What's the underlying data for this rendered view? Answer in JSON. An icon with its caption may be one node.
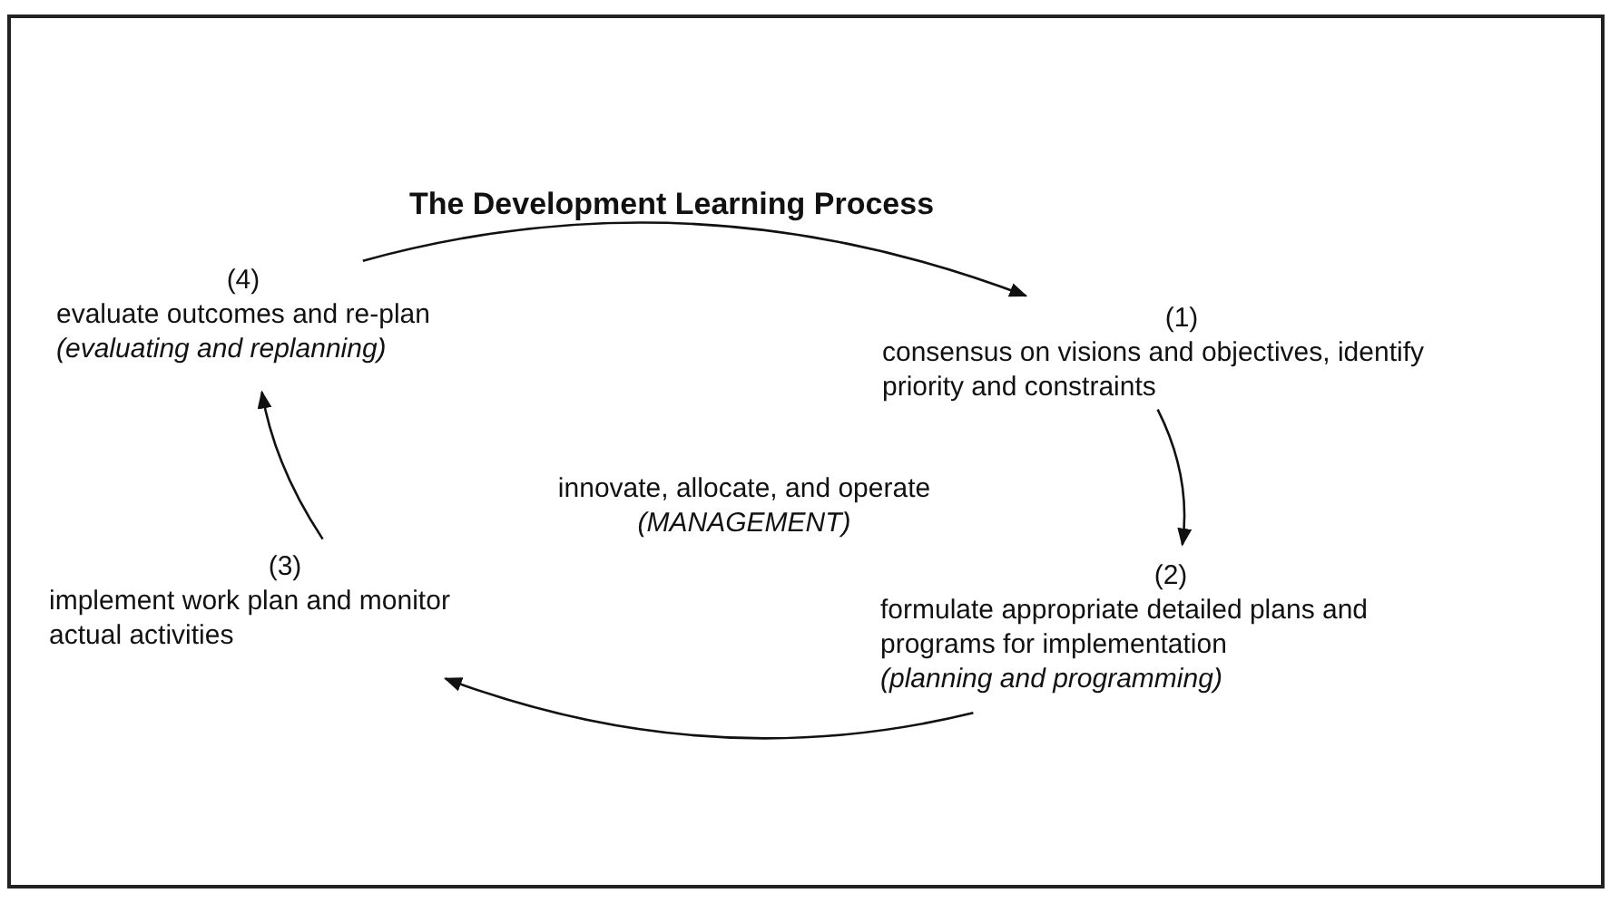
{
  "diagram": {
    "title": "The Development Learning Process",
    "nodes": [
      {
        "text": [
          "(1)",
          "consensus on visions and objectives, identify priority and constraints"
        ]
      },
      {
        "text": [
          "(2)",
          "formulate appropriate detailed plans and programs for implementation",
          "(planning and programming)"
        ]
      },
      {
        "text": [
          "(3)",
          "implement work plan and monitor actual activities"
        ]
      },
      {
        "text": [
          "(4)",
          "evaluate outcomes and re-plan",
          "(evaluating and replanning)"
        ]
      }
    ],
    "edges": [
      {
        "from": 3,
        "to": 0,
        "arrow": "to"
      },
      {
        "from": 0,
        "to": 1,
        "arrow": "to"
      },
      {
        "from": 1,
        "to": 2,
        "arrow": "to"
      },
      {
        "from": 2,
        "to": 3,
        "arrow": "to"
      }
    ],
    "labels": [
      "innovate, allocate, and operate",
      "(MANAGEMENT)"
    ]
  }
}
